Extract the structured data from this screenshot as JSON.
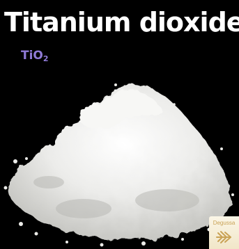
{
  "product": {
    "title": "Titanium dioxide",
    "formula_base": "TiO",
    "formula_subscript": "2"
  },
  "logo": {
    "text": "Degussa"
  },
  "image": {
    "subject": "white-powder-pile",
    "background_color": "#000000",
    "powder_color": "#f2f2ef",
    "formula_color": "#8f7ad6",
    "logo_color": "#c9a255"
  }
}
